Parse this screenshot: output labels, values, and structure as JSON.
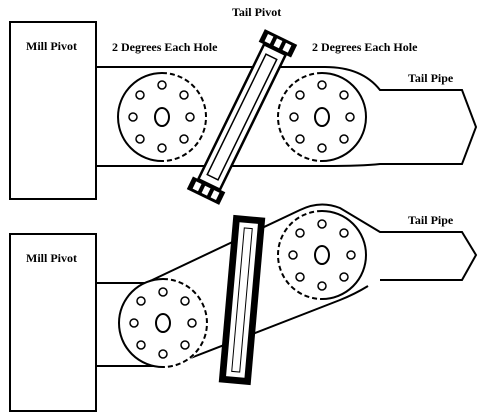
{
  "top_panel": {
    "mill_pivot_label": "Mill Pivot",
    "tail_pivot_label": "Tail Pivot",
    "left_degrees_label": "2 Degrees Each Hole",
    "right_degrees_label": "2 Degrees Each Hole",
    "tail_pipe_label": "Tail Pipe"
  },
  "bottom_panel": {
    "mill_pivot_label": "Mill Pivot",
    "tail_pipe_label": "Tail Pipe"
  },
  "colors": {
    "stroke": "#000000",
    "background": "#ffffff"
  }
}
